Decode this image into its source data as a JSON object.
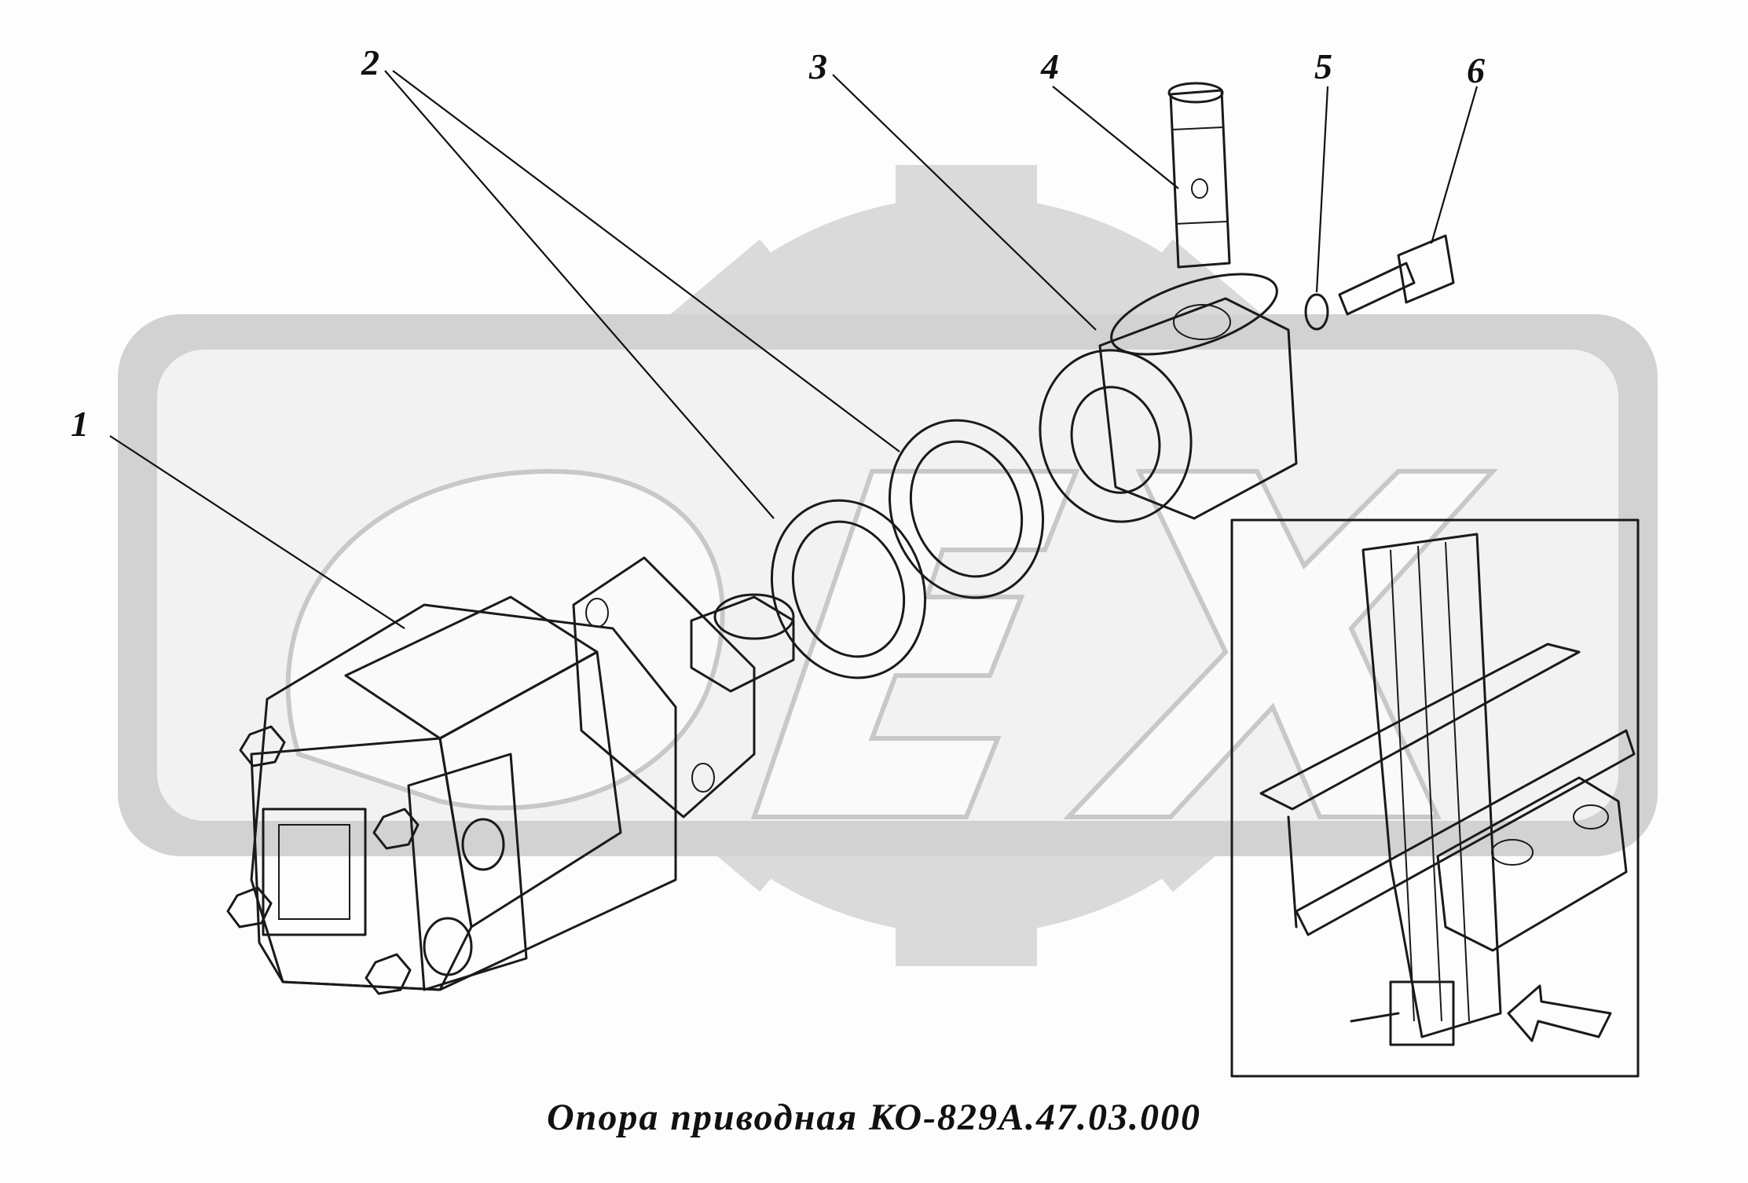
{
  "caption": "Опора приводная КО-829А.47.03.000",
  "callouts": [
    "1",
    "2",
    "3",
    "4",
    "5",
    "6"
  ],
  "colors": {
    "ink": "#1a1a1a",
    "part_fill": "#e6e6e6",
    "part_shade": "#bdbdbd",
    "watermark": "#d9d9d9",
    "background": "#fdfdfd"
  }
}
